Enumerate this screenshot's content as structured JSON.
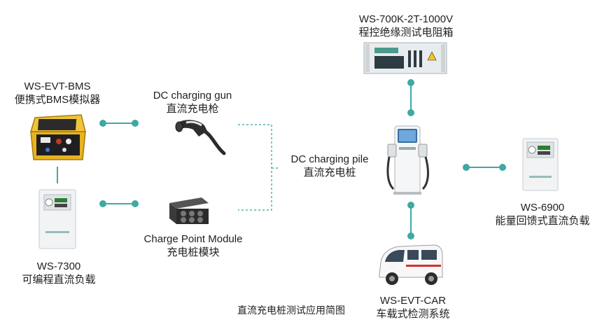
{
  "devices": {
    "bms": {
      "model": "WS-EVT-BMS",
      "name": "便携式BMS模拟器"
    },
    "gun": {
      "model": "DC charging gun",
      "name": "直流充电枪"
    },
    "pile": {
      "model": "DC charging pile",
      "name": "直流充电桩"
    },
    "resistor_box": {
      "model": "WS-700K-2T-1000V",
      "name": "程控绝缘测试电阻箱"
    },
    "load_6900": {
      "model": "WS-6900",
      "name": "能量回馈式直流负载"
    },
    "load_7300": {
      "model": "WS-7300",
      "name": "可编程直流负载"
    },
    "module": {
      "model": "Charge Point Module",
      "name": "充电桩模块"
    },
    "car": {
      "model": "WS-EVT-CAR",
      "name": "车载式检测系统"
    }
  },
  "caption": "直流充电桩测试应用简图",
  "colors": {
    "connector": "#3fa8a4",
    "dashed": "#4db6ac",
    "case_yellow": "#e8b321",
    "cabinet": "#f1f3f4"
  }
}
